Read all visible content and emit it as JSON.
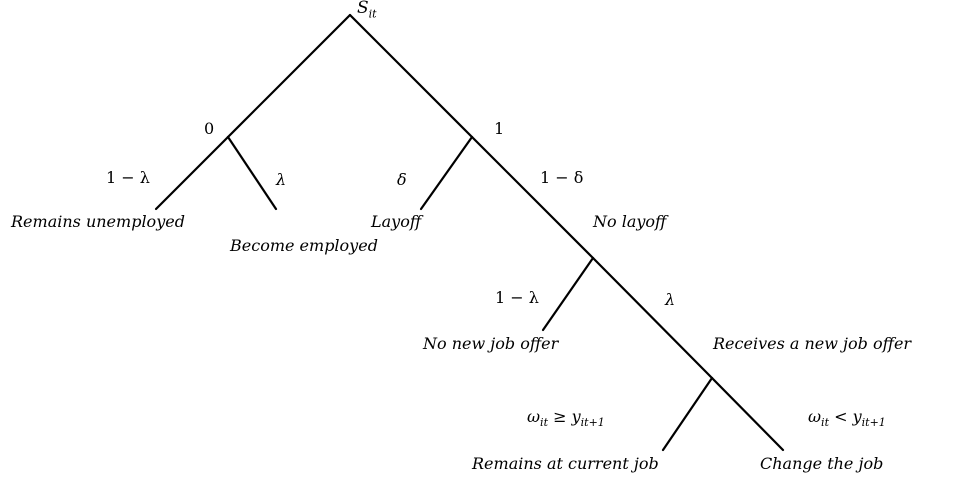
{
  "root": {
    "symbol": "S",
    "subscript": "it"
  },
  "branches": {
    "state_zero": "0",
    "state_one": "1"
  },
  "probabilities": {
    "one_minus_lambda_a": "1 − λ",
    "lambda_a": "λ",
    "delta": "δ",
    "one_minus_delta": "1 − δ",
    "one_minus_lambda_b": "1 − λ",
    "lambda_b": "λ"
  },
  "outcomes": {
    "remains_unemployed": "Remains unemployed",
    "become_employed": "Become employed",
    "layoff": "Layoff",
    "no_layoff": "No layoff",
    "no_new_job_offer": "No new job offer",
    "receives_new_job_offer": "Receives a new job offer",
    "remains_at_current_job": "Remains at current job",
    "change_the_job": "Change the job"
  },
  "conditions": {
    "ge": {
      "left": "ω",
      "left_sub": "it",
      "op": " ≥ ",
      "right": "y",
      "right_sub": "it+1"
    },
    "lt": {
      "left": "ω",
      "left_sub": "it",
      "op": " < ",
      "right": "y",
      "right_sub": "it+1"
    }
  }
}
